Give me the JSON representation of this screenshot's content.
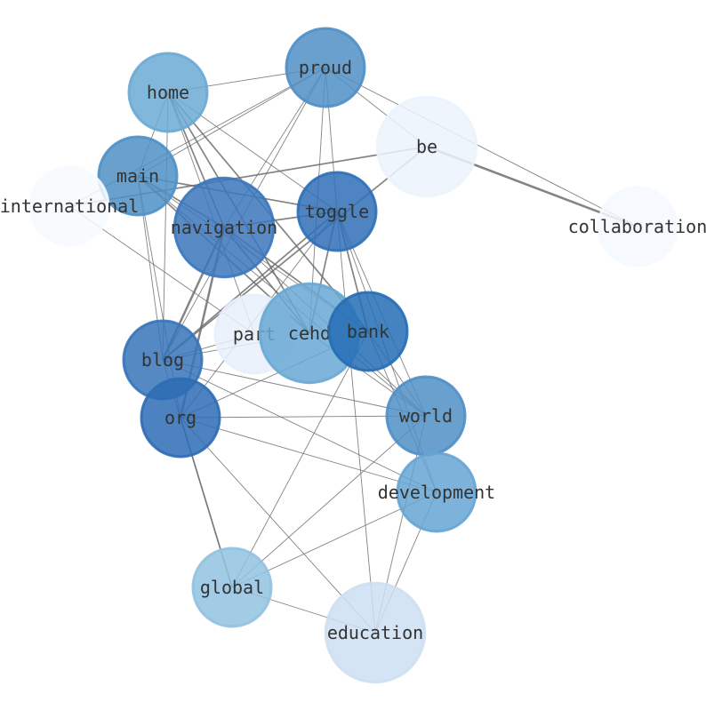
{
  "chart_data": {
    "type": "network",
    "nodes": [
      {
        "id": "proud",
        "label": "proud",
        "size": 2.0,
        "color": "#4f8fc6"
      },
      {
        "id": "home",
        "label": "home",
        "size": 2.0,
        "color": "#6aaad4"
      },
      {
        "id": "be",
        "label": "be",
        "size": 3.2,
        "color": "#ebf3fc"
      },
      {
        "id": "main",
        "label": "main",
        "size": 2.0,
        "color": "#4f90c6"
      },
      {
        "id": "international",
        "label": "international",
        "size": 2.0,
        "color": "#f6fafe"
      },
      {
        "id": "navigation",
        "label": "navigation",
        "size": 3.2,
        "color": "#3b77bc"
      },
      {
        "id": "toggle",
        "label": "toggle",
        "size": 2.0,
        "color": "#2f6fb7"
      },
      {
        "id": "collaboration",
        "label": "collaboration",
        "size": 2.0,
        "color": "#f4f9fe"
      },
      {
        "id": "part",
        "label": "part",
        "size": 2.0,
        "color": "#e7f0fb"
      },
      {
        "id": "cehd",
        "label": "cehd",
        "size": 3.2,
        "color": "#69a8d4"
      },
      {
        "id": "bank",
        "label": "bank",
        "size": 2.0,
        "color": "#256db5"
      },
      {
        "id": "blog",
        "label": "blog",
        "size": 2.0,
        "color": "#3774ba"
      },
      {
        "id": "org",
        "label": "org",
        "size": 2.0,
        "color": "#2d6cb4"
      },
      {
        "id": "world",
        "label": "world",
        "size": 2.0,
        "color": "#4f8fc6"
      },
      {
        "id": "development",
        "label": "development",
        "size": 2.0,
        "color": "#66a5d3"
      },
      {
        "id": "global",
        "label": "global",
        "size": 2.0,
        "color": "#92c2e0"
      },
      {
        "id": "education",
        "label": "education",
        "size": 3.2,
        "color": "#cddff2"
      }
    ],
    "edges": [
      [
        "home",
        "proud",
        1
      ],
      [
        "home",
        "main",
        1
      ],
      [
        "home",
        "navigation",
        2
      ],
      [
        "home",
        "toggle",
        1
      ],
      [
        "home",
        "cehd",
        2
      ],
      [
        "home",
        "bank",
        2
      ],
      [
        "home",
        "blog",
        1
      ],
      [
        "home",
        "part",
        1
      ],
      [
        "proud",
        "main",
        1
      ],
      [
        "proud",
        "international",
        1
      ],
      [
        "proud",
        "navigation",
        1
      ],
      [
        "proud",
        "toggle",
        1
      ],
      [
        "proud",
        "cehd",
        1
      ],
      [
        "proud",
        "blog",
        1
      ],
      [
        "proud",
        "collaboration",
        1
      ],
      [
        "be",
        "international",
        2
      ],
      [
        "be",
        "collaboration",
        3
      ],
      [
        "be",
        "blog",
        2
      ],
      [
        "be",
        "proud",
        1
      ],
      [
        "main",
        "navigation",
        2
      ],
      [
        "main",
        "toggle",
        2
      ],
      [
        "main",
        "cehd",
        2
      ],
      [
        "main",
        "bank",
        1
      ],
      [
        "main",
        "world",
        1
      ],
      [
        "main",
        "blog",
        1
      ],
      [
        "main",
        "org",
        1
      ],
      [
        "navigation",
        "toggle",
        2
      ],
      [
        "navigation",
        "cehd",
        2
      ],
      [
        "navigation",
        "bank",
        2
      ],
      [
        "navigation",
        "blog",
        3
      ],
      [
        "navigation",
        "org",
        3
      ],
      [
        "navigation",
        "world",
        1
      ],
      [
        "international",
        "part",
        1
      ],
      [
        "toggle",
        "cehd",
        2
      ],
      [
        "toggle",
        "bank",
        2
      ],
      [
        "toggle",
        "blog",
        2
      ],
      [
        "toggle",
        "world",
        1
      ],
      [
        "toggle",
        "development",
        1
      ],
      [
        "toggle",
        "education",
        1
      ],
      [
        "toggle",
        "org",
        1
      ],
      [
        "cehd",
        "world",
        1
      ],
      [
        "cehd",
        "blog",
        1
      ],
      [
        "bank",
        "world",
        1
      ],
      [
        "bank",
        "development",
        1
      ],
      [
        "bank",
        "global",
        1
      ],
      [
        "bank",
        "org",
        1
      ],
      [
        "blog",
        "part",
        1
      ],
      [
        "blog",
        "world",
        1
      ],
      [
        "blog",
        "development",
        1
      ],
      [
        "blog",
        "global",
        1
      ],
      [
        "org",
        "world",
        1
      ],
      [
        "org",
        "development",
        1
      ],
      [
        "org",
        "global",
        2
      ],
      [
        "org",
        "education",
        1
      ],
      [
        "world",
        "global",
        1
      ],
      [
        "world",
        "education",
        1
      ],
      [
        "development",
        "global",
        1
      ],
      [
        "development",
        "education",
        1
      ],
      [
        "global",
        "education",
        1
      ]
    ]
  }
}
